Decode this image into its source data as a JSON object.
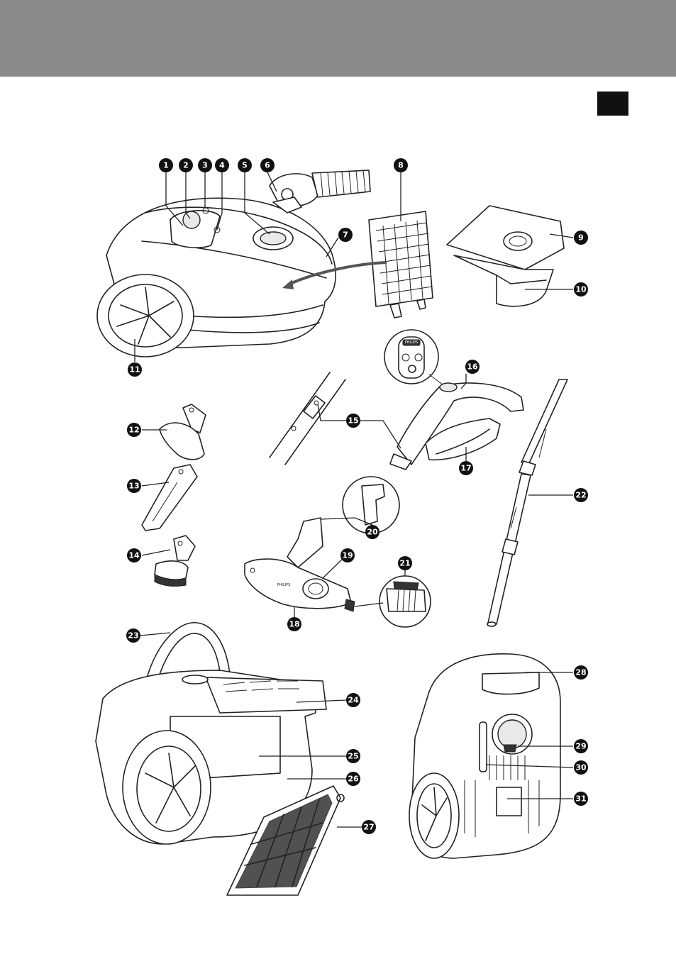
{
  "colors": {
    "header_band": "#8a8a8a",
    "corner_tab": "#111111",
    "line": "#222222",
    "callout": "#111111"
  },
  "callouts": [
    "1",
    "2",
    "3",
    "4",
    "5",
    "6",
    "7",
    "8",
    "9",
    "10",
    "11",
    "12",
    "13",
    "14",
    "15",
    "16",
    "17",
    "18",
    "19",
    "20",
    "21",
    "22",
    "23",
    "24",
    "25",
    "26",
    "27",
    "28",
    "29",
    "30",
    "31"
  ],
  "brand_marks": {
    "handle_logo": "PHILIPS",
    "nozzle_logo": "PHILIPS"
  }
}
